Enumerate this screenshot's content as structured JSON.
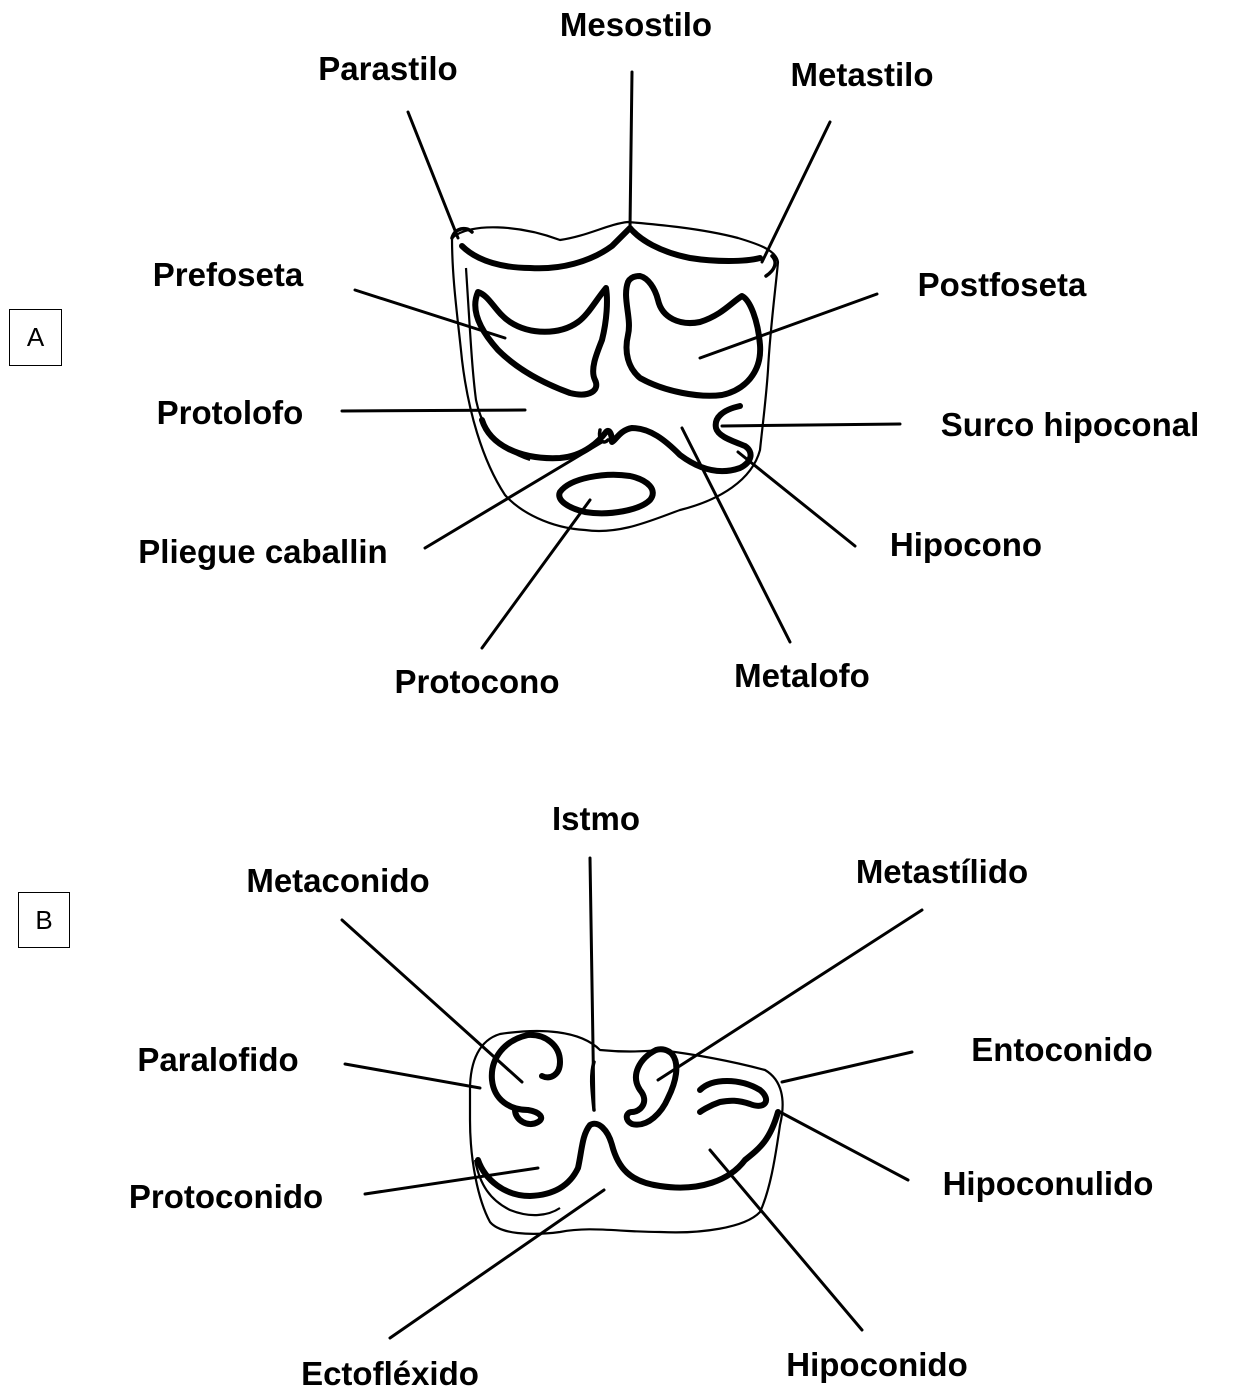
{
  "panels": {
    "a": {
      "tag": "A",
      "labels": {
        "mesostilo": "Mesostilo",
        "parastilo": "Parastilo",
        "metastilo": "Metastilo",
        "prefoseta": "Prefoseta",
        "postfoseta": "Postfoseta",
        "protolofo": "Protolofo",
        "surco_hipoconal": "Surco hipoconal",
        "pliegue_caballin": "Pliegue caballin",
        "hipocono": "Hipocono",
        "protocono": "Protocono",
        "metalofo": "Metalofo"
      }
    },
    "b": {
      "tag": "B",
      "labels": {
        "istmo": "Istmo",
        "metaconido": "Metaconido",
        "metastilido": "Metastílido",
        "paralofido": "Paralofido",
        "entoconido": "Entoconido",
        "protoconido": "Protoconido",
        "hipoconulido": "Hipoconulido",
        "ectoflexido": "Ectofléxido",
        "hipoconido": "Hipoconido"
      }
    }
  }
}
